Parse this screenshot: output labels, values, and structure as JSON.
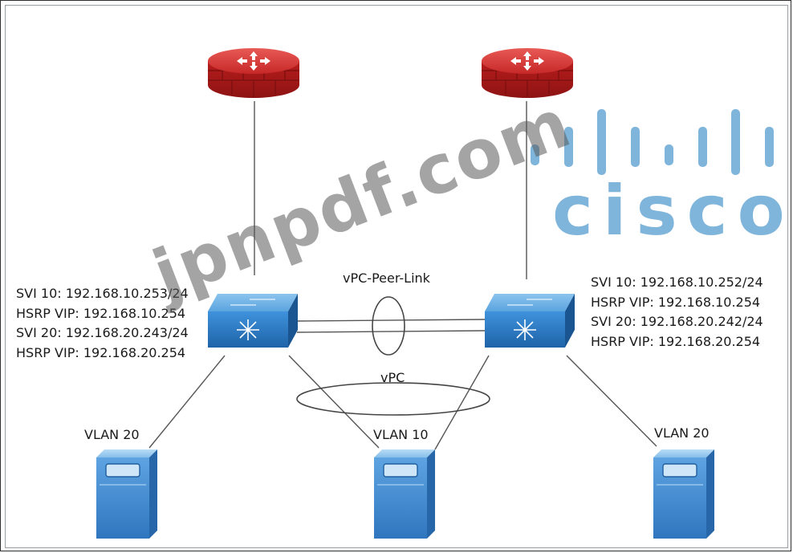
{
  "left_switch": {
    "config": [
      "SVI 10: 192.168.10.253/24",
      "HSRP VIP: 192.168.10.254",
      "SVI 20: 192.168.20.243/24",
      "HSRP VIP: 192.168.20.254"
    ]
  },
  "right_switch": {
    "config": [
      "SVI 10: 192.168.10.252/24",
      "HSRP VIP: 192.168.10.254",
      "SVI 20: 192.168.20.242/24",
      "HSRP VIP: 192.168.20.254"
    ]
  },
  "links": {
    "peer_link_label": "vPC-Peer-Link",
    "vpc_label": "vPC"
  },
  "servers": {
    "left_vlan": "VLAN 20",
    "middle_vlan": "VLAN 10",
    "right_vlan": "VLAN 20"
  },
  "logo": {
    "text": "cisco",
    "color": "#7fb5db"
  },
  "watermark": {
    "text": "jpnpdf.com"
  },
  "colors": {
    "firewall": "#c8282a",
    "switch": "#2e7cc4",
    "server": "#3d86cc"
  },
  "icons": [
    "firewall-icon",
    "switch-icon",
    "server-icon",
    "cisco-logo-icon"
  ]
}
